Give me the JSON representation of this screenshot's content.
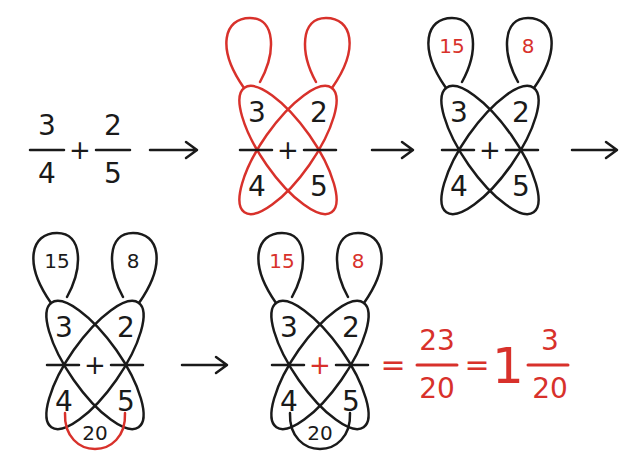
{
  "diagram": {
    "labels": [
      "3",
      "4",
      "+",
      "2",
      "5",
      "3",
      "4",
      "+",
      "2",
      "5",
      "15",
      "8",
      "3",
      "4",
      "+",
      "2",
      "5",
      "15",
      "8",
      "3",
      "4",
      "+",
      "2",
      "5",
      "20",
      "15",
      "8",
      "3",
      "4",
      "+",
      "2",
      "5",
      "20",
      "=",
      "23",
      "20",
      "=",
      "1",
      "3",
      "20"
    ]
  }
}
